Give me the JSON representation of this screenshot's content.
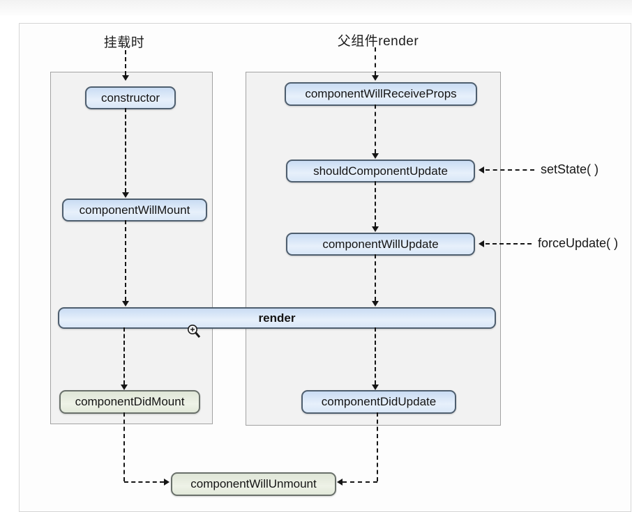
{
  "diagram": {
    "left_header": "挂载时",
    "right_header": "父组件render",
    "nodes": {
      "constructor": "constructor",
      "componentWillMount": "componentWillMount",
      "render": "render",
      "componentDidMount": "componentDidMount",
      "componentWillReceiveProps": "componentWillReceiveProps",
      "shouldComponentUpdate": "shouldComponentUpdate",
      "componentWillUpdate": "componentWillUpdate",
      "componentDidUpdate": "componentDidUpdate",
      "componentWillUnmount": "componentWillUnmount"
    },
    "side_labels": {
      "set_state": "setState( )",
      "force_update": "forceUpdate( )"
    },
    "colors": {
      "node_fill": "#dce9f8",
      "node_border": "#4e5e6e",
      "green_node_fill": "#e5ebdd",
      "green_node_border": "#69706a",
      "column_fill": "#f2f2f2",
      "column_border": "#a2a2a2",
      "arrow": "#151515"
    }
  }
}
